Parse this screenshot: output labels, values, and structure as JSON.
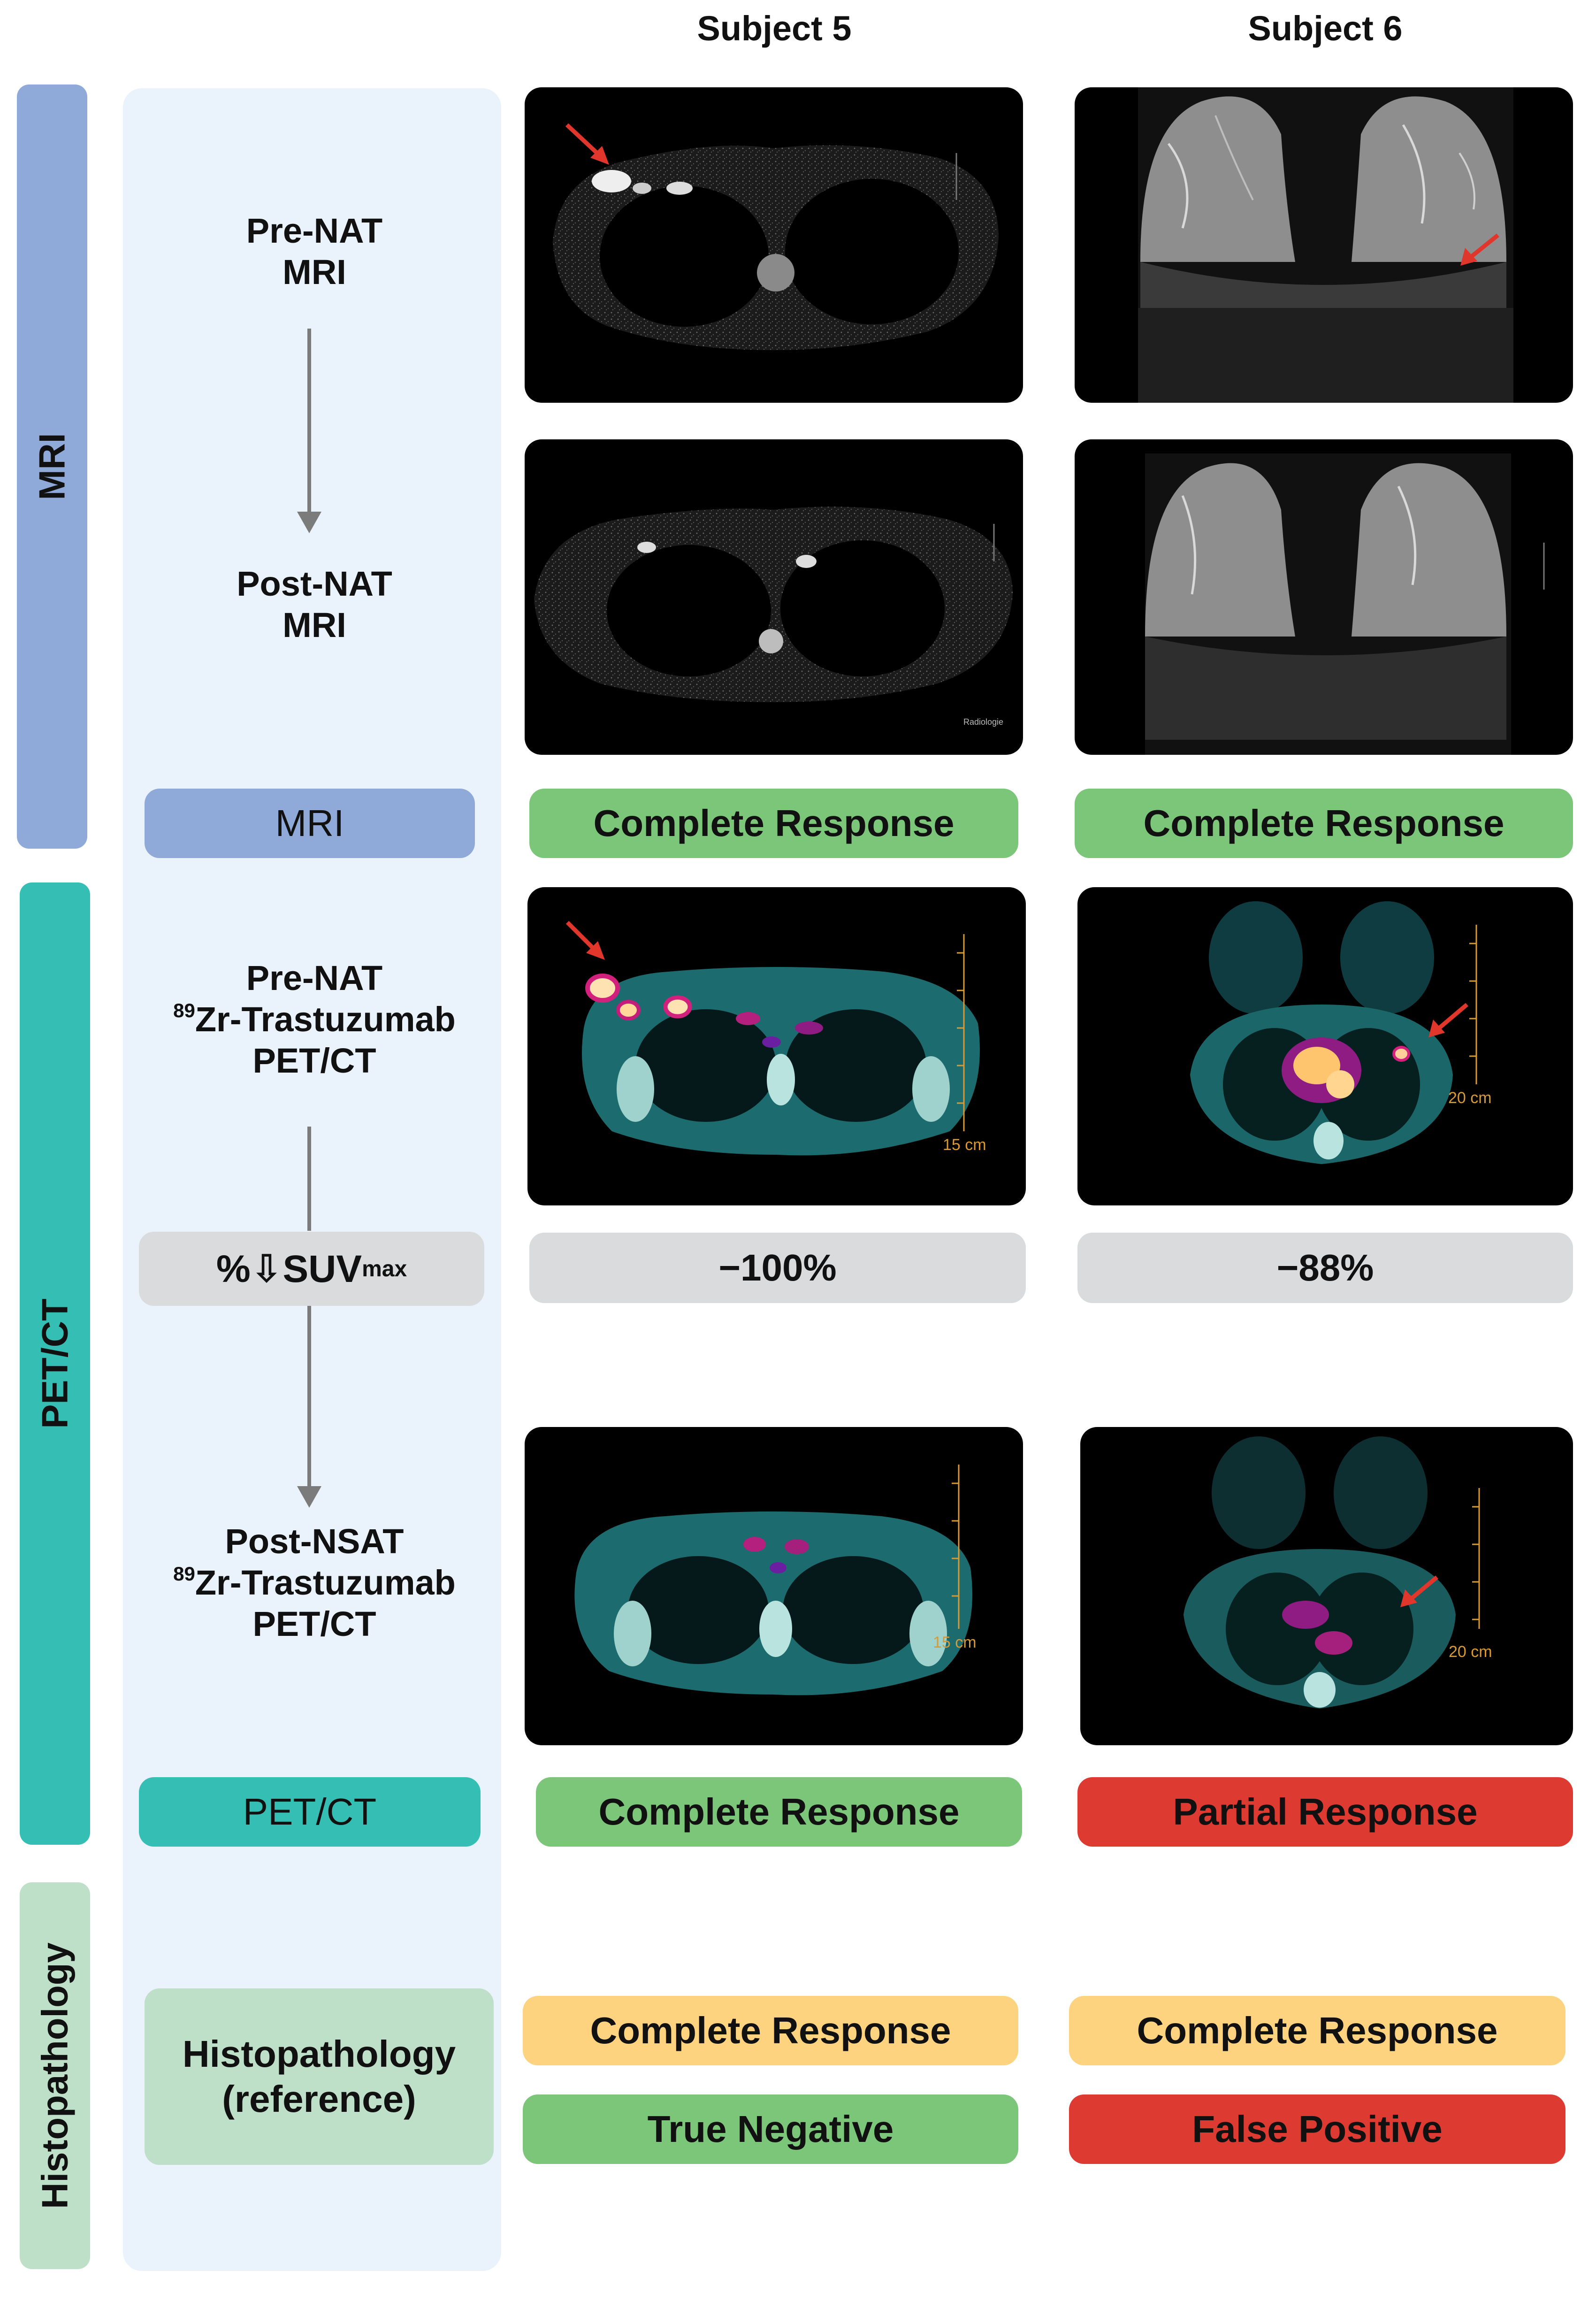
{
  "columns": {
    "subject5": "Subject 5",
    "subject6": "Subject 6"
  },
  "sections": {
    "mri": "MRI",
    "petct": "PET/CT",
    "histo": "Histopathology"
  },
  "rows": {
    "pre_nat_mri": [
      "Pre-NAT",
      "MRI"
    ],
    "post_nat_mri": [
      "Post-NAT",
      "MRI"
    ],
    "mri_label": "MRI",
    "pre_nat_pet": {
      "line1": "Pre-NAT",
      "sup": "89",
      "line2": "Zr-Trastuzumab",
      "line3": "PET/CT"
    },
    "suv_label": {
      "prefix": "%⇩SUV",
      "sub": "max"
    },
    "post_nsat_pet": {
      "line1": "Post-NSAT",
      "sup": "89",
      "line2": "Zr-Trastuzumab",
      "line3": "PET/CT"
    },
    "petct_label": "PET/CT",
    "histo_label": [
      "Histopathology",
      "(reference)"
    ]
  },
  "results": {
    "s5_mri": "Complete Response",
    "s6_mri": "Complete Response",
    "s5_suv": "−100%",
    "s6_suv": "−88%",
    "s5_pet": "Complete Response",
    "s6_pet": "Partial Response",
    "s5_histo": "Complete Response",
    "s6_histo": "Complete Response",
    "s5_class": "True Negative",
    "s6_class": "False Positive"
  },
  "scan_annotations": {
    "s5_mri_post_watermark": "Radiologie",
    "s5_pet_pre_scale": "15 cm",
    "s6_pet_pre_scale": "20 cm",
    "s5_pet_post_scale": "15 cm",
    "s6_pet_post_scale": "20 cm"
  },
  "colors": {
    "mri_blue": "#8faad8",
    "pet_teal": "#35bfb4",
    "histo_green": "#bfe0c8",
    "grey": "#dadbdc",
    "green": "#7cc67a",
    "red": "#dd3a32",
    "yellow": "#fdd37f",
    "arrow_red": "#e0362b"
  }
}
